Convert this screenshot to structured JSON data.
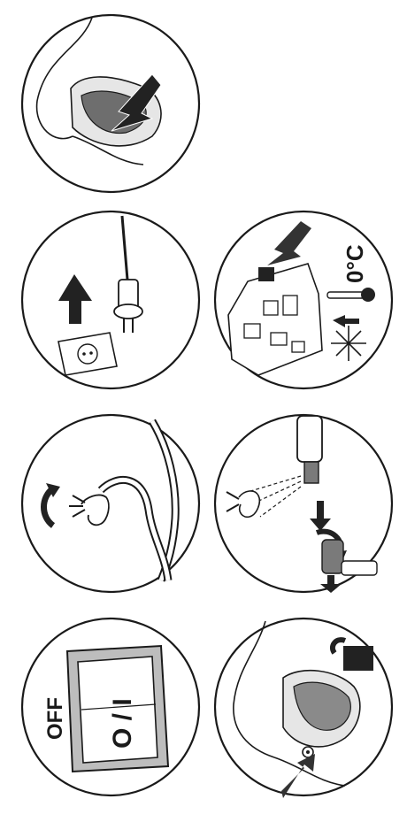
{
  "panels": [
    {
      "id": "filter-tray",
      "label": ""
    },
    {
      "id": "unplug",
      "label": ""
    },
    {
      "id": "frost-warning",
      "label": "0°C"
    },
    {
      "id": "tap-hose",
      "label": ""
    },
    {
      "id": "spray-hose",
      "label": ""
    },
    {
      "id": "switch-off",
      "label": "OFF",
      "switch_text": "O / I"
    },
    {
      "id": "drain-plug",
      "label": ""
    }
  ],
  "colors": {
    "stroke": "#1a1a1a",
    "fill_dark": "#222222",
    "fill_mid": "#7a7a7a",
    "background": "#ffffff"
  }
}
